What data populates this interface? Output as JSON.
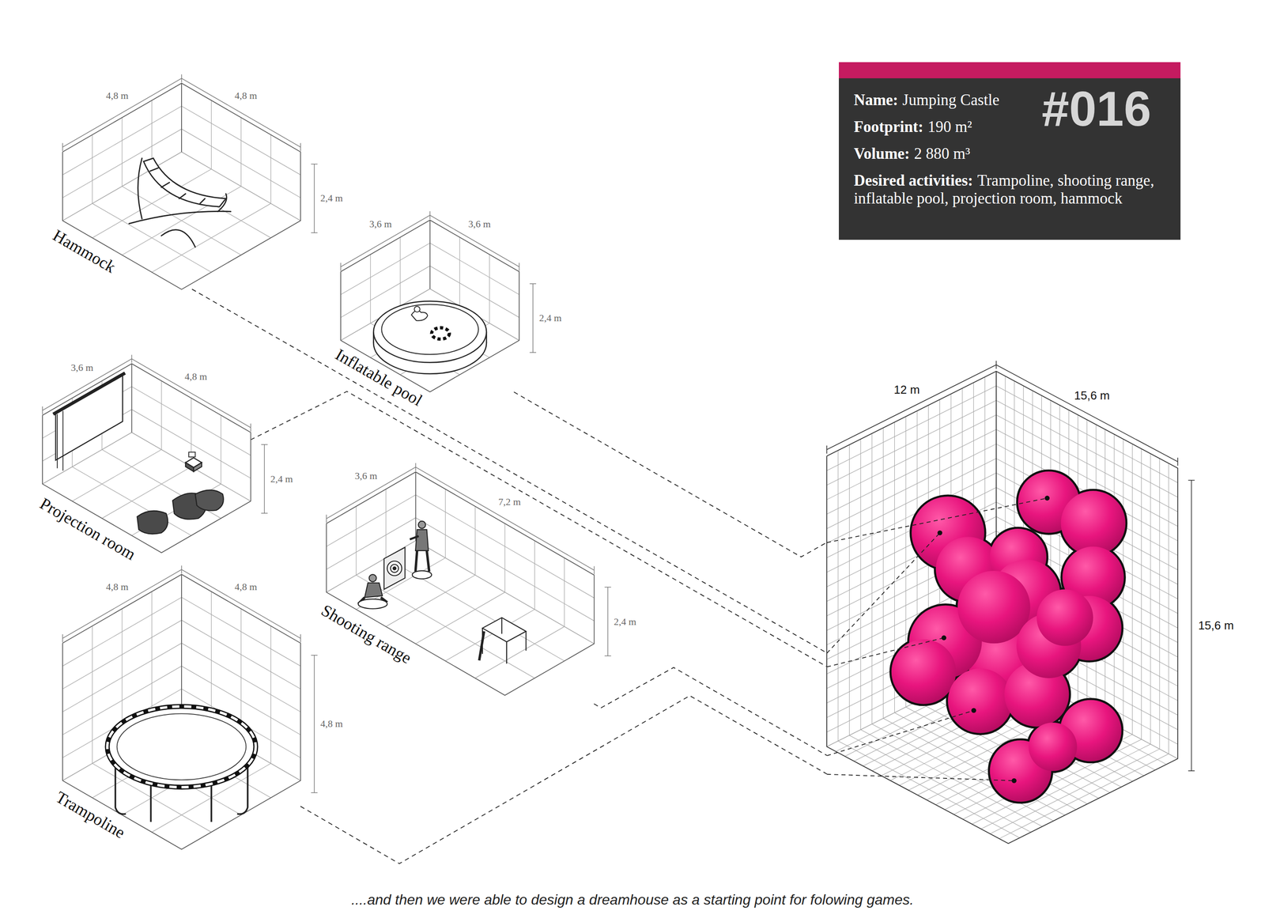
{
  "diagram": {
    "caption": "....and then we were able to design a dreamhouse as a starting point for folowing games.",
    "nodes": [
      {
        "text": [
          "Hammock",
          "4,8 m",
          "4,8 m",
          "2,4 m"
        ]
      },
      {
        "text": [
          "Inflatable pool",
          "3,6 m",
          "3,6 m",
          "2,4 m"
        ]
      },
      {
        "text": [
          "Projection room",
          "3,6 m",
          "4,8 m",
          "2,4 m"
        ]
      },
      {
        "text": [
          "Shooting range",
          "3,6 m",
          "7,2 m",
          "2,4 m"
        ]
      },
      {
        "text": [
          "Trampoline",
          "4,8 m",
          "4,8 m",
          "4,8 m"
        ]
      },
      {
        "text": [
          "12 m",
          "15,6 m",
          "15,6 m"
        ]
      },
      {
        "text": [
          "Name:",
          "Jumping Castle",
          "Footprint:",
          "190 m²",
          "Volume:",
          "2 880 m³",
          "Desired activities:",
          "Trampoline, shooting range, inflatable pool, projection room, hammock",
          "#016"
        ]
      }
    ],
    "edges": [
      {
        "from": 0,
        "to": 5,
        "arrow": "none"
      },
      {
        "from": 1,
        "to": 5,
        "arrow": "none"
      },
      {
        "from": 2,
        "to": 5,
        "arrow": "none"
      },
      {
        "from": 3,
        "to": 5,
        "arrow": "none"
      },
      {
        "from": 4,
        "to": 5,
        "arrow": "none"
      }
    ]
  }
}
